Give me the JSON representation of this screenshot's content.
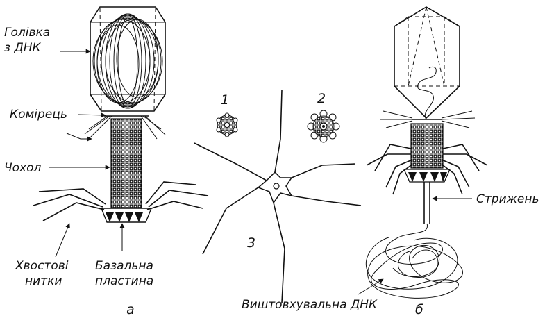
{
  "labels": {
    "head_line1": "Голівка",
    "head_line2": "з ДНК",
    "collar": "Комірець",
    "sheath": "Чохол",
    "tail_fibers_line1": "Хвостові",
    "tail_fibers_line2": "нитки",
    "base_plate_line1": "Базальна",
    "base_plate_line2": "пластина",
    "rod": "Стрижень",
    "ejected_dna": "Виштовхувальна ДНК",
    "panel_a": "а",
    "panel_b": "б",
    "fig1": "1",
    "fig2": "2",
    "fig3": "3"
  }
}
